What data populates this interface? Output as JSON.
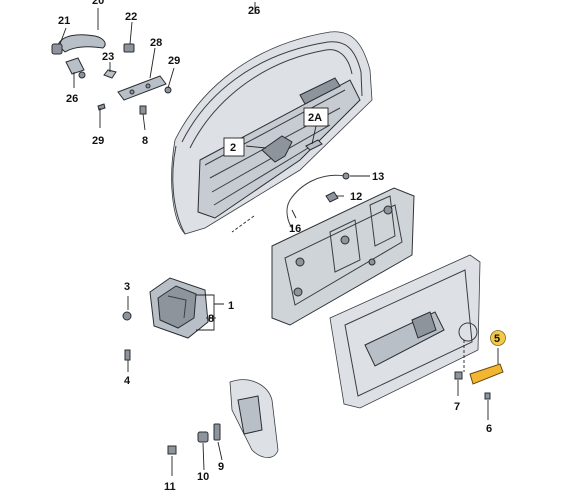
{
  "callouts": {
    "c20": "20",
    "c21": "21",
    "c22": "22",
    "c23": "23",
    "c26a": "26",
    "c26b": "26",
    "c28": "28",
    "c29a": "29",
    "c29b": "29",
    "c8a": "8",
    "c2": "2",
    "c2a": "2A",
    "c13": "13",
    "c12": "12",
    "c16": "16",
    "c3": "3",
    "c1": "1",
    "c8b": "8",
    "c4": "4",
    "c5": "5",
    "c7": "7",
    "c6": "6",
    "c11": "11",
    "c10": "10",
    "c9": "9"
  },
  "colors": {
    "highlight_badge": "#f2c94c",
    "highlight_part": "#f2b632"
  }
}
